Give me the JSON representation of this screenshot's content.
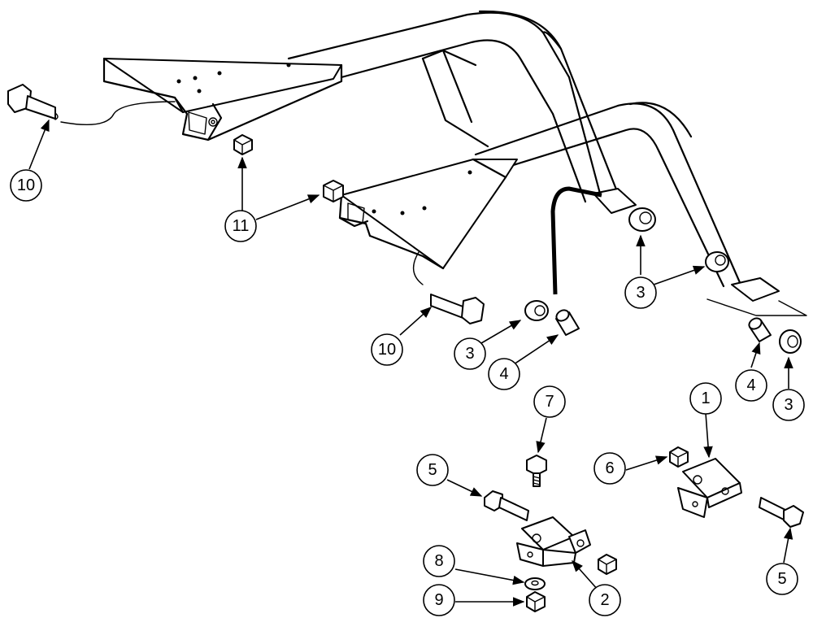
{
  "callouts": [
    {
      "id": "c1",
      "label": "1"
    },
    {
      "id": "c2",
      "label": "2"
    },
    {
      "id": "c3a",
      "label": "3"
    },
    {
      "id": "c3b",
      "label": "3"
    },
    {
      "id": "c3c",
      "label": "3"
    },
    {
      "id": "c4a",
      "label": "4"
    },
    {
      "id": "c4b",
      "label": "4"
    },
    {
      "id": "c5a",
      "label": "5"
    },
    {
      "id": "c5b",
      "label": "5"
    },
    {
      "id": "c6",
      "label": "6"
    },
    {
      "id": "c7",
      "label": "7"
    },
    {
      "id": "c8",
      "label": "8"
    },
    {
      "id": "c9",
      "label": "9"
    },
    {
      "id": "c10a",
      "label": "10"
    },
    {
      "id": "c10b",
      "label": "10"
    },
    {
      "id": "c11",
      "label": "11"
    }
  ]
}
